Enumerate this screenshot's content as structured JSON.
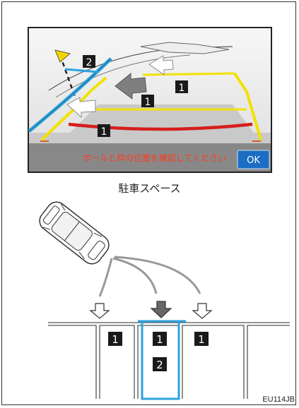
{
  "screen": {
    "message": "ボールと枠の位置を確認してください",
    "ok_label": "OK",
    "markers": [
      "1",
      "1",
      "1",
      "2"
    ],
    "colors": {
      "yellow": "#f2e200",
      "blue": "#2ea3dd",
      "red": "#d61e1e",
      "flag": "#f4d400",
      "arrow": "#7f7f7f",
      "message": "#ff3b1a",
      "ok_button": "#1b6ec2"
    }
  },
  "caption": "駐車スペース",
  "diagram": {
    "space_labels": [
      "1",
      "1",
      "1",
      "2"
    ],
    "highlight_color": "#2ea3dd",
    "arrow_selected_color": "#666666"
  },
  "code": "EU114JB"
}
